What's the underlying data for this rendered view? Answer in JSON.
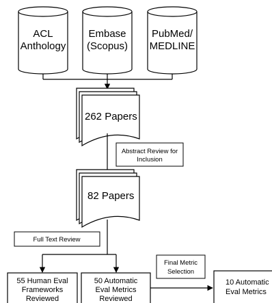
{
  "sources": [
    {
      "line1": "ACL",
      "line2": "Anthology"
    },
    {
      "line1": "Embase",
      "line2": "(Scopus)"
    },
    {
      "line1": "PubMed/",
      "line2": "MEDLINE"
    }
  ],
  "docs": {
    "initial": "262 Papers",
    "screened": "82 Papers"
  },
  "steps": {
    "abstract_line1": "Abstract Review for",
    "abstract_line2": "Inclusion",
    "fulltext": "Full Text Review",
    "final_line1": "Final Metric",
    "final_line2": "Selection"
  },
  "outputs": {
    "human_line1": "55 Human Eval",
    "human_line2": "Frameworks",
    "human_line3": "Reviewed",
    "auto_line1": "50 Automatic",
    "auto_line2": "Eval Metrics",
    "auto_line3": "Reviewed",
    "final_line1": "10 Automatic",
    "final_line2": "Eval Metrics"
  }
}
